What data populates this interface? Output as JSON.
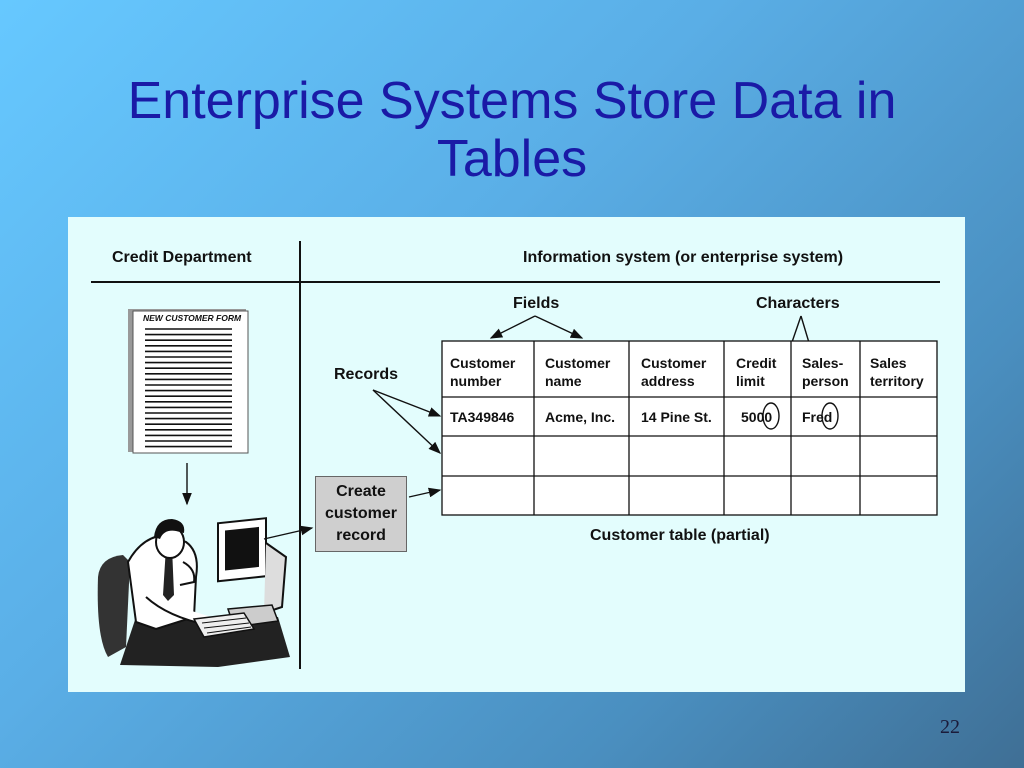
{
  "slide": {
    "title": "Enterprise Systems Store Data in Tables",
    "page_number": "22"
  },
  "diagram": {
    "left_header": "Credit Department",
    "right_header": "Information system (or enterprise system)",
    "form_title": "NEW CUSTOMER FORM",
    "action_box": "Create\ncustomer\nrecord",
    "labels": {
      "fields": "Fields",
      "characters": "Characters",
      "records": "Records",
      "table_caption": "Customer table (partial)"
    },
    "table": {
      "headers": [
        "Customer\nnumber",
        "Customer\nname",
        "Customer\naddress",
        "Credit\nlimit",
        "Sales-\nperson",
        "Sales\nterritory"
      ],
      "rows": [
        [
          "TA349846",
          "Acme, Inc.",
          "14 Pine St.",
          "5000",
          "Fred",
          ""
        ],
        [
          "",
          "",
          "",
          "",
          "",
          ""
        ],
        [
          "",
          "",
          "",
          "",
          "",
          ""
        ]
      ]
    }
  }
}
